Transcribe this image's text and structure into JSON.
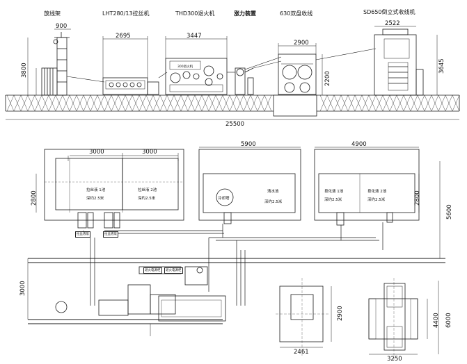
{
  "machines": {
    "pay_off": "放线架",
    "drawing": "LHT280/13拉丝机",
    "annealer": "THD300退火机",
    "tension": "涨力装置",
    "take_up": "630双盘收线",
    "coiler": "SD650倒立式收线机"
  },
  "annealer_tag": "300退火机",
  "top_dims": {
    "pay_off_w": "900",
    "drawing_w": "2695",
    "annealer_w": "3447",
    "take_up_w": "2900",
    "coiler_w": "2522",
    "pay_off_h": "3800",
    "take_up_h": "2200",
    "coiler_h": "3645",
    "total": "25500"
  },
  "plan_dims": {
    "pool1_w": "3000",
    "pool2_w": "3000",
    "mid_w": "5900",
    "right_w": "4900",
    "left_h": "2800",
    "right_h": "2800",
    "total_h": "5600",
    "bottom_h": "3000",
    "plan_a_w": "2461",
    "plan_a_h": "2900",
    "plan_b_w": "3250",
    "plan_b_h1": "4400",
    "plan_b_h2": "6000"
  },
  "pools": {
    "p1_name": "拉丝液 1池",
    "p1_depth": "深约2.5米",
    "p2_name": "拉丝液 2池",
    "p2_depth": "深约2.5米",
    "tower": "冷却塔",
    "clean": "清水池",
    "clean_depth": "深约2.5米",
    "p3_name": "皂化液 1池",
    "p3_depth": "深约2.5米",
    "p4_name": "皂化液 2池",
    "p4_depth": "深约2.5米"
  },
  "pump_labels": {
    "a": "拉丝液泵",
    "b": "拉丝液泵"
  },
  "boxes": {
    "b1": "退火电源柜",
    "b2": "退火电源柜"
  }
}
